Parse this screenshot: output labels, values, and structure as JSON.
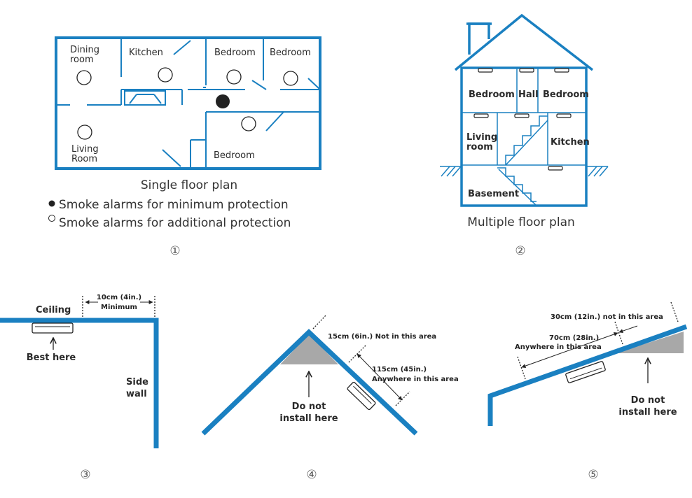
{
  "colors": {
    "wall": "#1a80c1",
    "text": "#2a2a2a",
    "shade": "#a8a8a8",
    "alarm_fill": "#222222"
  },
  "single_floor": {
    "rooms": {
      "dining": [
        "Dining",
        "room"
      ],
      "kitchen": "Kitchen",
      "bedroom_a": "Bedroom",
      "bedroom_b": "Bedroom",
      "bedroom_c": "Bedroom",
      "living": [
        "Living",
        "Room"
      ]
    },
    "caption": "Single floor plan",
    "legend": [
      {
        "marker": "filled",
        "text": "Smoke alarms for minimum protection"
      },
      {
        "marker": "hollow",
        "text": "Smoke alarms for additional protection"
      }
    ],
    "number": "①"
  },
  "multi_floor": {
    "rooms": {
      "bedroom_l": "Bedroom",
      "hall": "Hall",
      "bedroom_r": "Bedroom",
      "living": [
        "Living",
        "room"
      ],
      "kitchen": "Kitchen",
      "basement": "Basement"
    },
    "caption": "Multiple floor plan",
    "number": "②"
  },
  "ceiling": {
    "ceiling_label": "Ceiling",
    "dist_1": "10cm (4in.)",
    "dist_2": "Minimum",
    "best": "Best here",
    "wall_label": [
      "Side",
      "wall"
    ],
    "number": "③"
  },
  "peak": {
    "not_area": "15cm (6in.) Not in this area",
    "anywhere_1": "115cm (45in.)",
    "anywhere_2": "Anywhere in this area",
    "do_not": [
      "Do not",
      "install here"
    ],
    "number": "④"
  },
  "slope": {
    "not_area": "30cm (12in.) not in this area",
    "anywhere_1": "70cm (28in.)",
    "anywhere_2": "Anywhere in this area",
    "do_not": [
      "Do not",
      "install here"
    ],
    "number": "⑤"
  }
}
